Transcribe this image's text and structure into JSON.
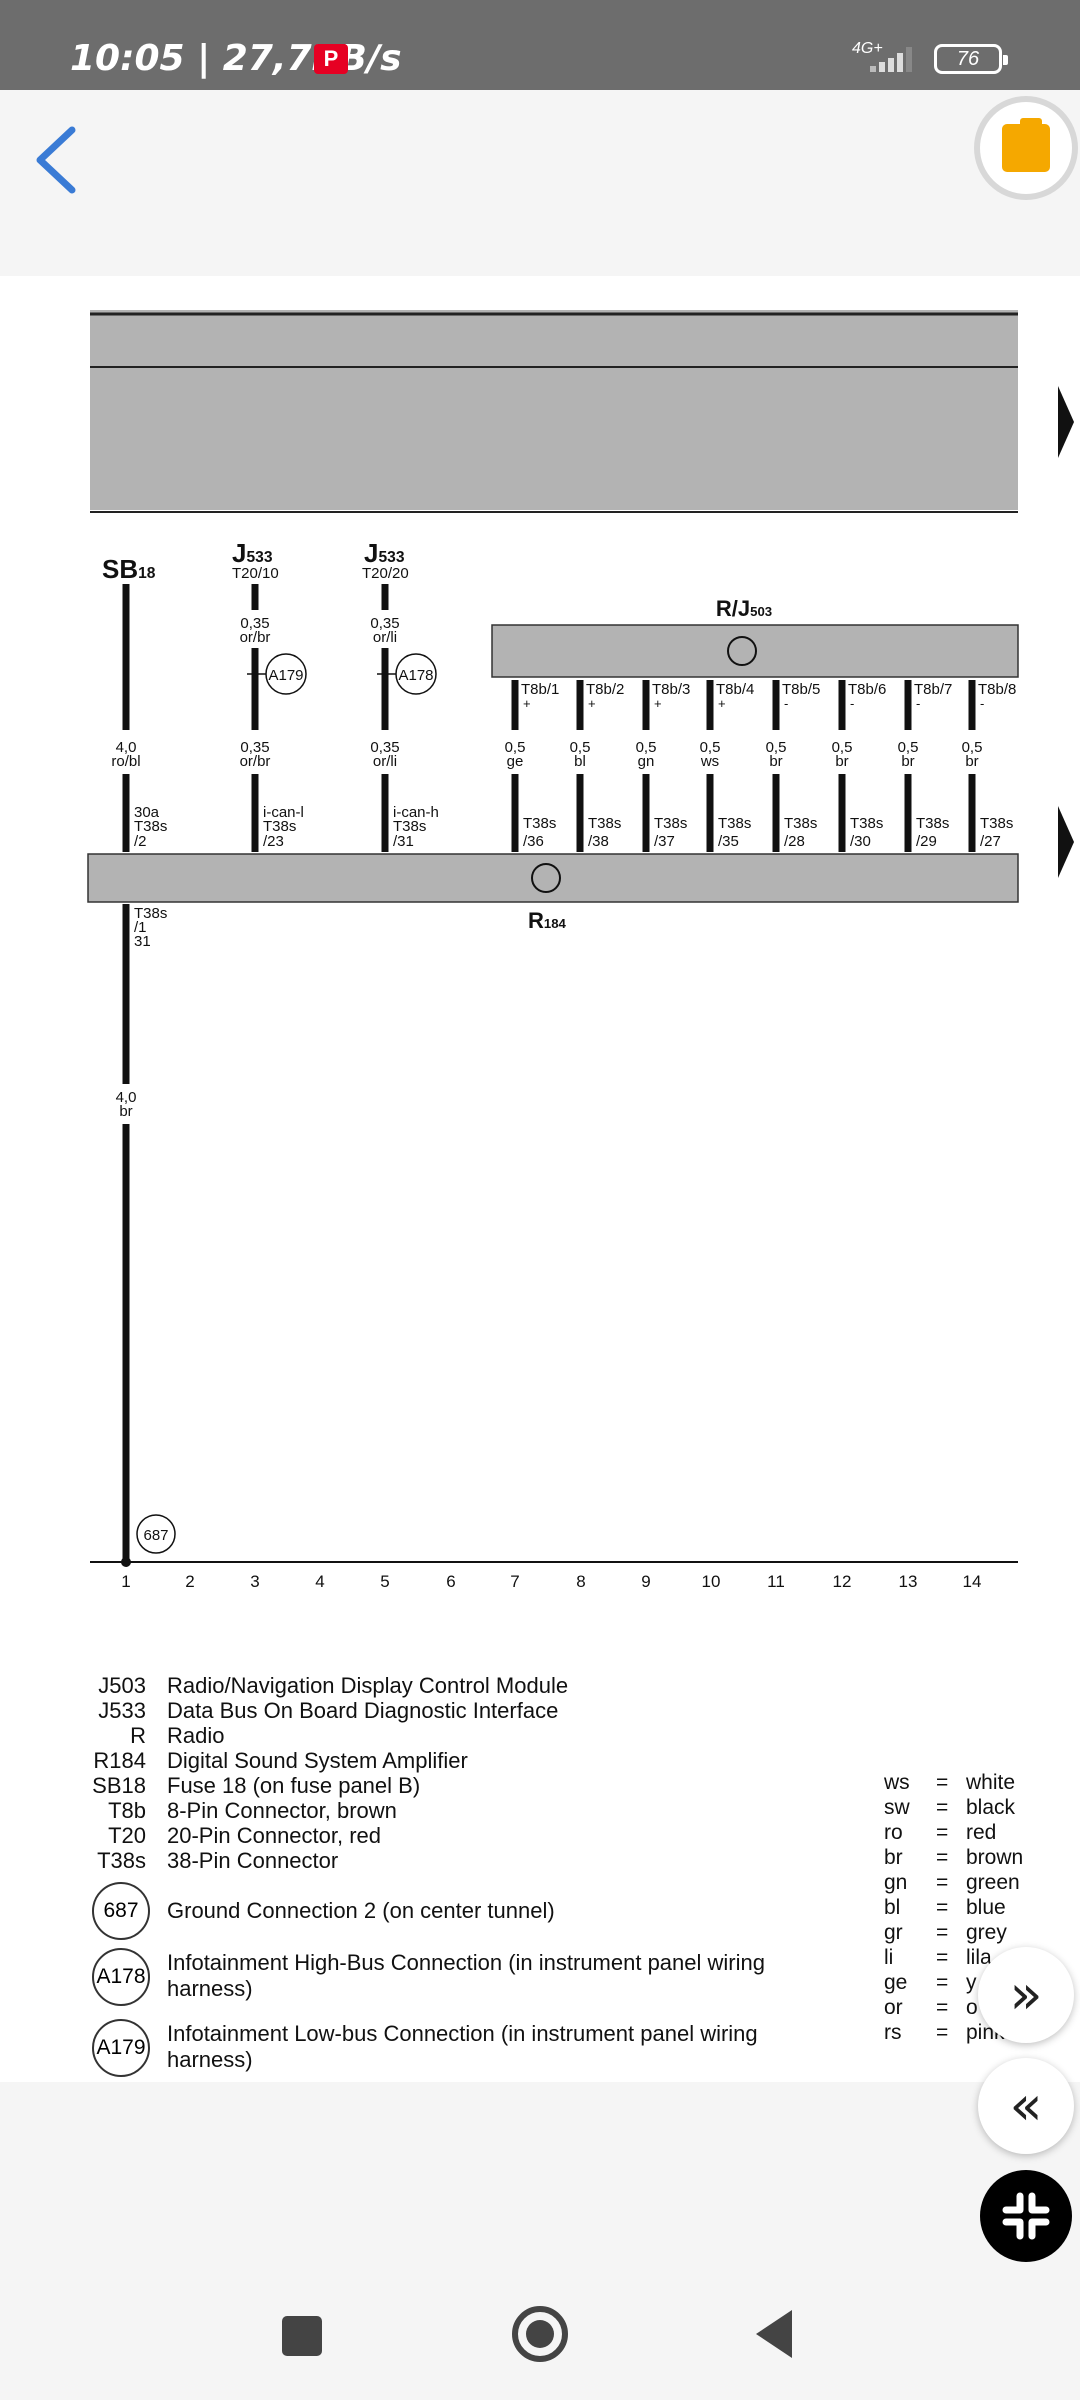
{
  "status_bar": {
    "time_speed": "10:05 | 27,7KB/s",
    "pinterest_glyph": "P",
    "network": "4G+",
    "battery": "76"
  },
  "icons": {
    "back": "chevron-left-icon",
    "file": "folder-icon",
    "next": "double-chevron-right-icon",
    "prev": "double-chevron-left-icon",
    "collapse": "collapse-icon"
  },
  "fab": {
    "next_glyph": "»",
    "prev_glyph": "«"
  },
  "diagram": {
    "top_components": [
      {
        "name": "SB",
        "sub": "18"
      },
      {
        "name": "J",
        "sub": "533",
        "pin": "T20/10"
      },
      {
        "name": "J",
        "sub": "533",
        "pin": "T20/20"
      },
      {
        "name": "R/J",
        "sub": "503"
      }
    ],
    "lower_component": {
      "name": "R",
      "sub": "184"
    },
    "top_wire_labels": [
      {
        "size": "0,35",
        "color": "or/br"
      },
      {
        "size": "0,35",
        "color": "or/li"
      }
    ],
    "connection_points": [
      "A179",
      "A178"
    ],
    "upper_connectors": [
      {
        "pin": "T8b/1",
        "sign": "+"
      },
      {
        "pin": "T8b/2",
        "sign": "+"
      },
      {
        "pin": "T8b/3",
        "sign": "+"
      },
      {
        "pin": "T8b/4",
        "sign": "+"
      },
      {
        "pin": "T8b/5",
        "sign": "-"
      },
      {
        "pin": "T8b/6",
        "sign": "-"
      },
      {
        "pin": "T8b/7",
        "sign": "-"
      },
      {
        "pin": "T8b/8",
        "sign": "-"
      }
    ],
    "mid_wires": [
      {
        "size": "4,0",
        "color": "ro/bl"
      },
      {
        "size": "0,35",
        "color": "or/br"
      },
      {
        "size": "0,35",
        "color": "or/li"
      },
      {
        "size": "0,5",
        "color": "ge"
      },
      {
        "size": "0,5",
        "color": "bl"
      },
      {
        "size": "0,5",
        "color": "gn"
      },
      {
        "size": "0,5",
        "color": "ws"
      },
      {
        "size": "0,5",
        "color": "br"
      },
      {
        "size": "0,5",
        "color": "br"
      },
      {
        "size": "0,5",
        "color": "br"
      },
      {
        "size": "0,5",
        "color": "br"
      }
    ],
    "lower_connectors": [
      {
        "top": "30a",
        "mid": "T38s",
        "pin": "/2"
      },
      {
        "top": "i-can-l",
        "mid": "T38s",
        "pin": "/23"
      },
      {
        "top": "i-can-h",
        "mid": "T38s",
        "pin": "/31"
      },
      {
        "top": "",
        "mid": "T38s",
        "pin": "/36"
      },
      {
        "top": "",
        "mid": "T38s",
        "pin": "/38"
      },
      {
        "top": "",
        "mid": "T38s",
        "pin": "/37"
      },
      {
        "top": "",
        "mid": "T38s",
        "pin": "/35"
      },
      {
        "top": "",
        "mid": "T38s",
        "pin": "/28"
      },
      {
        "top": "",
        "mid": "T38s",
        "pin": "/30"
      },
      {
        "top": "",
        "mid": "T38s",
        "pin": "/29"
      },
      {
        "top": "",
        "mid": "T38s",
        "pin": "/27"
      }
    ],
    "ground_connector": {
      "mid": "T38s",
      "pin": "/1",
      "extra": "31"
    },
    "ground_wire": {
      "size": "4,0",
      "color": "br"
    },
    "ground_point": "687",
    "tracks": [
      "1",
      "2",
      "3",
      "4",
      "5",
      "6",
      "7",
      "8",
      "9",
      "10",
      "11",
      "12",
      "13",
      "14"
    ]
  },
  "legend": {
    "items": [
      {
        "code": "J503",
        "desc": "Radio/Navigation Display Control Module"
      },
      {
        "code": "J533",
        "desc": "Data Bus On Board Diagnostic Interface"
      },
      {
        "code": "R",
        "desc": "Radio"
      },
      {
        "code": "R184",
        "desc": "Digital Sound System Amplifier"
      },
      {
        "code": "SB18",
        "desc": "Fuse 18 (on fuse panel B)"
      },
      {
        "code": "T8b",
        "desc": "8-Pin Connector, brown"
      },
      {
        "code": "T20",
        "desc": "20-Pin Connector, red"
      },
      {
        "code": "T38s",
        "desc": "38-Pin Connector"
      }
    ],
    "circles": [
      {
        "code": "687",
        "desc": "Ground Connection 2 (on center tunnel)"
      },
      {
        "code": "A178",
        "desc": "Infotainment High-Bus Connection (in instrument panel wiring harness)"
      },
      {
        "code": "A179",
        "desc": "Infotainment Low-bus Connection (in instrument panel wiring harness)"
      }
    ],
    "colors": [
      {
        "abbr": "ws",
        "eq": "=",
        "name": "white"
      },
      {
        "abbr": "sw",
        "eq": "=",
        "name": "black"
      },
      {
        "abbr": "ro",
        "eq": "=",
        "name": "red"
      },
      {
        "abbr": "br",
        "eq": "=",
        "name": "brown"
      },
      {
        "abbr": "gn",
        "eq": "=",
        "name": "green"
      },
      {
        "abbr": "bl",
        "eq": "=",
        "name": "blue"
      },
      {
        "abbr": "gr",
        "eq": "=",
        "name": "grey"
      },
      {
        "abbr": "li",
        "eq": "=",
        "name": "lila"
      },
      {
        "abbr": "ge",
        "eq": "=",
        "name": "y"
      },
      {
        "abbr": "or",
        "eq": "=",
        "name": "o"
      },
      {
        "abbr": "rs",
        "eq": "=",
        "name": "pink"
      }
    ]
  },
  "colors": {
    "status_bar": "#6d6d6d",
    "component_fill": "#b3b3b3",
    "back_arrow": "#3a7bd5",
    "folder": "#f5a800"
  }
}
